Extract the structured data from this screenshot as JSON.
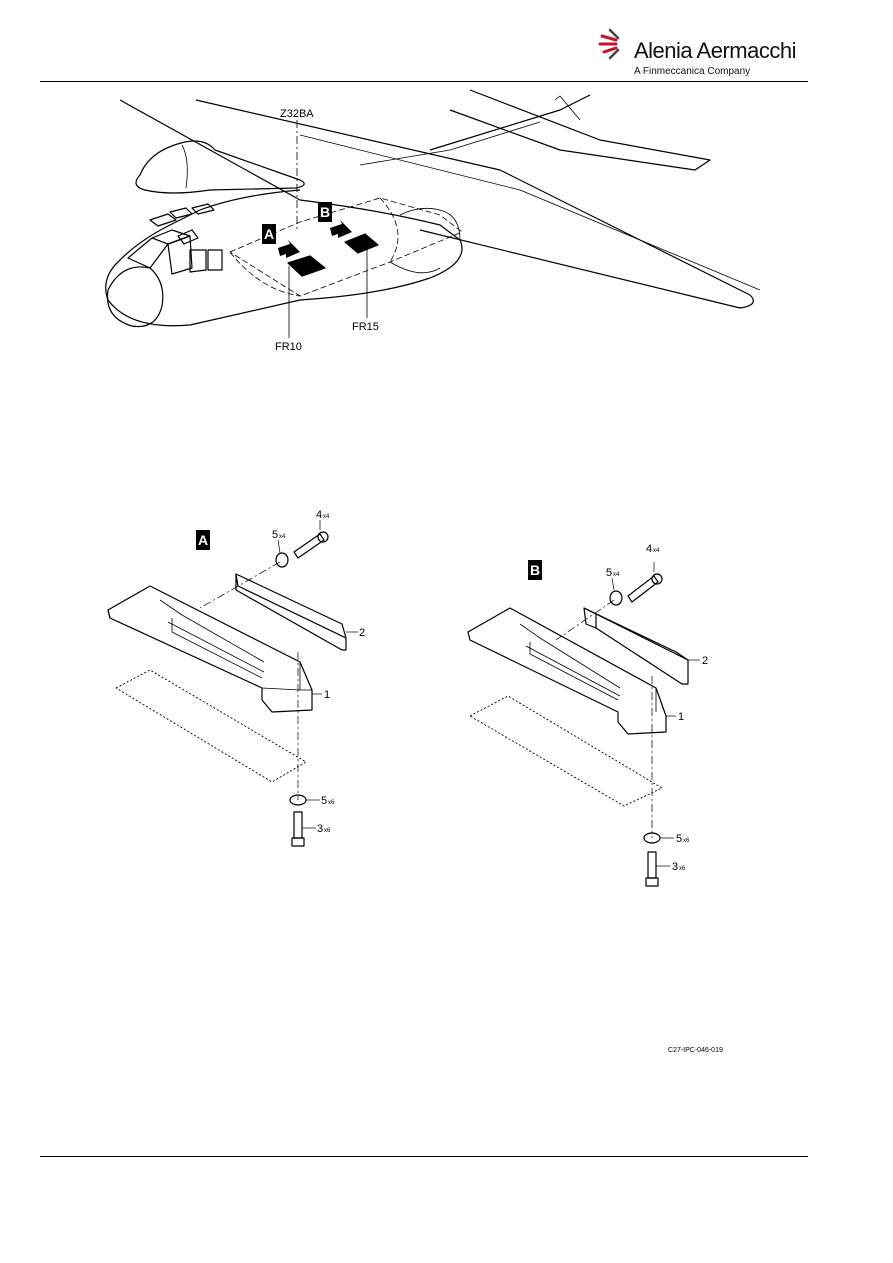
{
  "header": {
    "brand": "Alenia Aermacchi",
    "tagline": "A Finmeccanica Company"
  },
  "overview": {
    "zone_label": "Z32BA",
    "frame_fwd": "FR10",
    "frame_aft": "FR15",
    "view_a": "A",
    "view_b": "B"
  },
  "detail_a": {
    "view": "A",
    "items": {
      "bracket": "1",
      "angle": "2",
      "bolt_lower": "3",
      "bolt_lower_qty": "x6",
      "bolt_upper": "4",
      "bolt_upper_qty": "x4",
      "washer_upper": "5",
      "washer_upper_qty": "x4",
      "washer_lower": "5",
      "washer_lower_qty": "x6"
    }
  },
  "detail_b": {
    "view": "B",
    "items": {
      "bracket": "1",
      "angle": "2",
      "bolt_lower": "3",
      "bolt_lower_qty": "x6",
      "bolt_upper": "4",
      "bolt_upper_qty": "x4",
      "washer_upper": "5",
      "washer_upper_qty": "x4",
      "washer_lower": "5",
      "washer_lower_qty": "x6"
    }
  },
  "figure_ref": "C27-IPC-046-019"
}
